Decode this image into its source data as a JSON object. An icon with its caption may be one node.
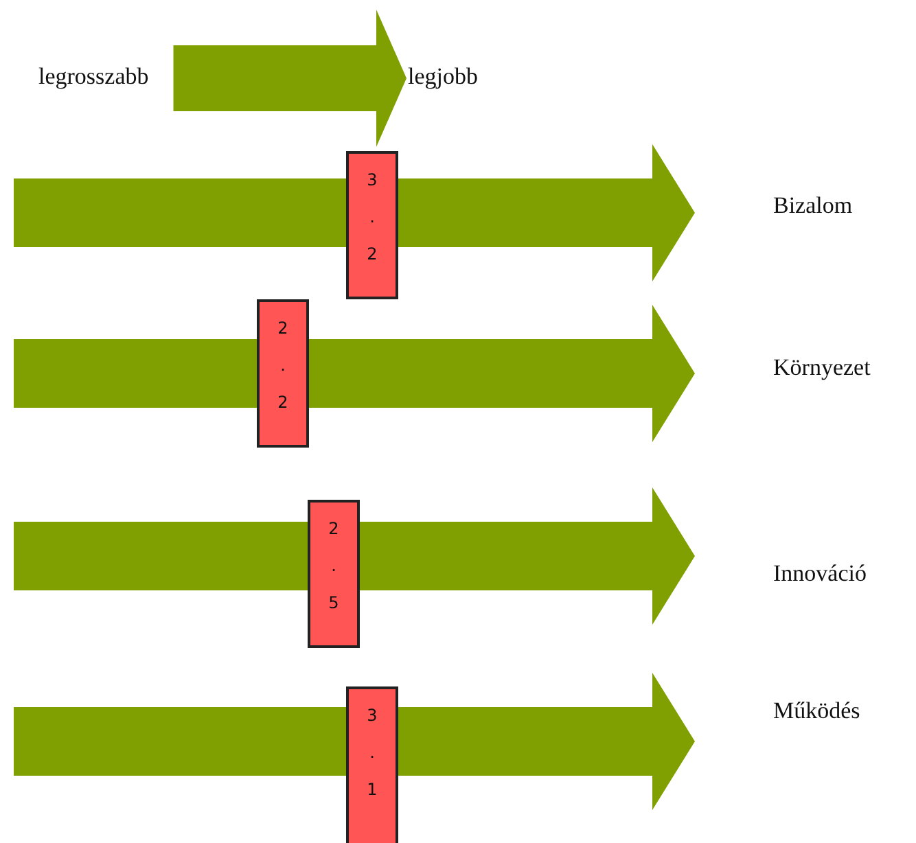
{
  "diagram": {
    "nodes": [
      {
        "text": [
          "legrosszabb"
        ]
      },
      {
        "text": [
          "legjobb"
        ]
      },
      {
        "text": [],
        "shape": "arrow",
        "beside": [
          "Bizalom"
        ]
      },
      {
        "text": [
          "3.2"
        ]
      },
      {
        "text": [],
        "shape": "arrow",
        "beside": [
          "Környezet"
        ]
      },
      {
        "text": [
          "2.2"
        ]
      },
      {
        "text": [],
        "shape": "arrow",
        "beside": [
          "Innováció"
        ]
      },
      {
        "text": [
          "2.5"
        ]
      },
      {
        "text": [],
        "shape": "arrow",
        "beside": [
          "Működés"
        ]
      },
      {
        "text": [
          "3.1"
        ]
      }
    ],
    "edges": [
      {
        "from": 0,
        "to": 1,
        "arrow": "to"
      }
    ]
  }
}
